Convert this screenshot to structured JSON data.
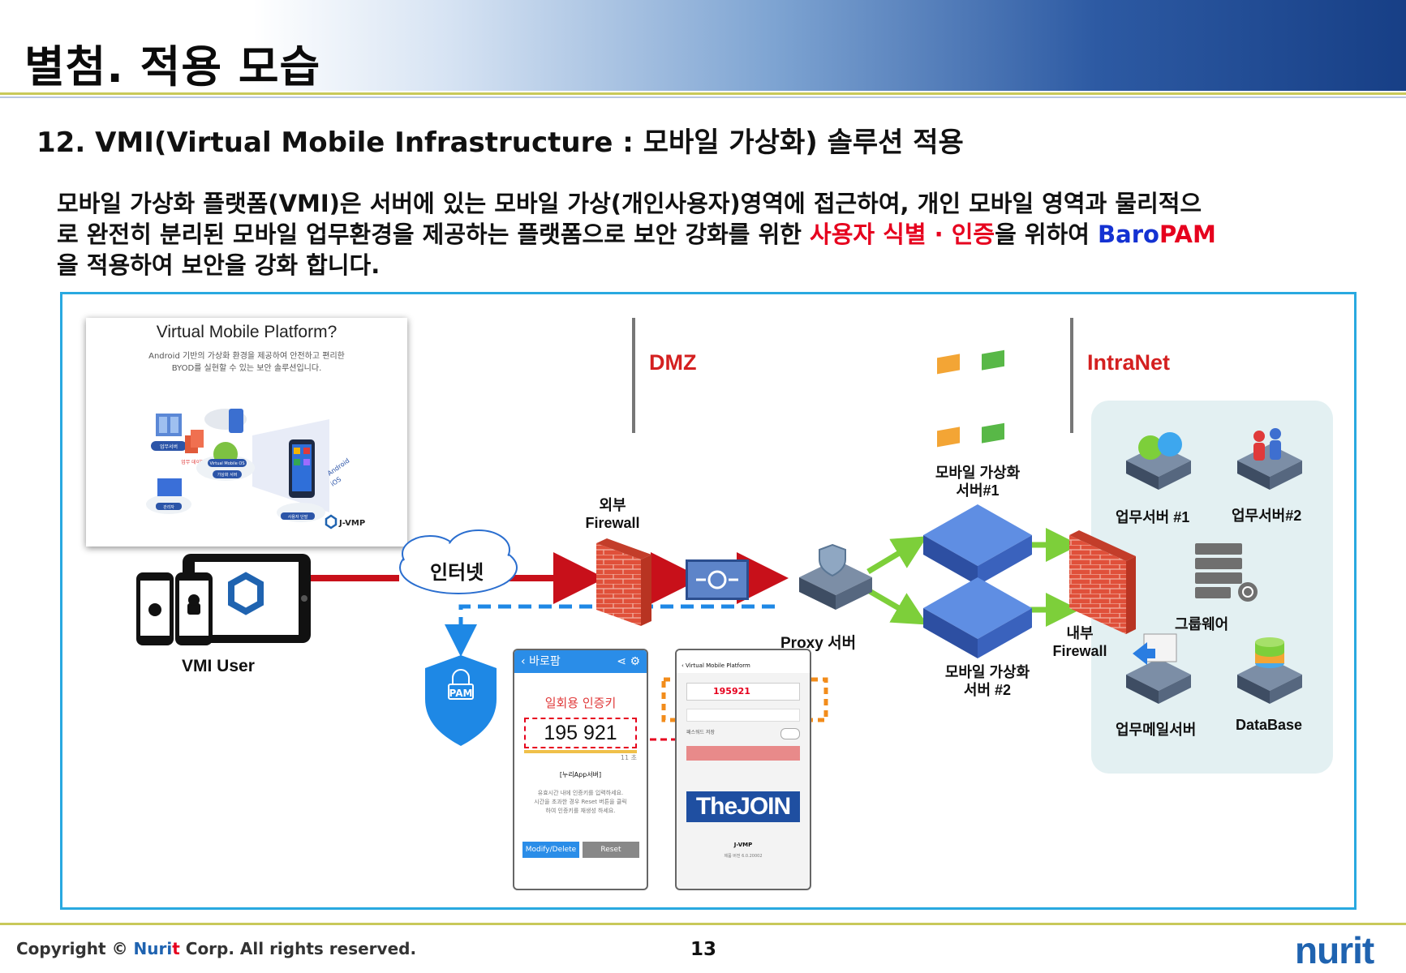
{
  "header": {
    "title": "별첨. 적용 모습",
    "section_title": "12. VMI(Virtual Mobile Infrastructure : 모바일 가상화) 솔루션 적용"
  },
  "description": {
    "line1": "모바일 가상화 플랫폼(VMI)은 서버에 있는 모바일 가상(개인사용자)영역에 접근하여, 개인 모바일 영역과 물리적으",
    "line2_prefix": "로 완전히 분리된 모바일 업무환경을 제공하는 플랫폼으로 보안 강화를 위한 ",
    "line2_highlight": "사용자 식별 · 인증",
    "line2_mid": "을 위하여 ",
    "brand_baro": "Baro",
    "brand_pam": "PAM",
    "line3": "을 적용하여 보안을 강화 합니다."
  },
  "vmp_card": {
    "title": "Virtual Mobile Platform?",
    "subtitle_line1": "Android 기반의 가상화 환경을 제공하여 안전하고 편리한",
    "subtitle_line2": "BYOD를 실현할 수 있는 보안 솔루션입니다.",
    "labels": [
      "업무서버",
      "업무 데이터",
      "Virtual Mobile OS",
      "가상화 서버",
      "관리자",
      "사용자 단말",
      "Android",
      "iOS",
      "J-VMP"
    ]
  },
  "zones": {
    "dmz": "DMZ",
    "intranet": "IntraNet"
  },
  "nodes": {
    "vmi_user": "VMI User",
    "internet": "인터넷",
    "external_firewall_1": "외부",
    "external_firewall_2": "Firewall",
    "proxy_server": "Proxy 서버",
    "vm_server1_1": "모바일 가상화",
    "vm_server1_2": "서버#1",
    "vm_server2_1": "모바일 가상화",
    "vm_server2_2": "서버 #2",
    "internal_firewall_1": "내부",
    "internal_firewall_2": "Firewall",
    "work_server1": "업무서버 #1",
    "work_server2": "업무서버#2",
    "groupware": "그룹웨어",
    "mail_server": "업무메일서버",
    "database": "DataBase",
    "pam_badge": "PAM"
  },
  "baropam_phone": {
    "app_name": "바로팜",
    "otp_label": "일회용 인증키",
    "otp_value": "195 921",
    "timer": "11 초",
    "server_label": "[누리App서버]",
    "notice_1": "유효시간 내에 인증키를 입력하세요.",
    "notice_2": "시간을 초과한 경우 Reset 버튼을 클릭",
    "notice_3": "하여 인증키를 재생성 하세요.",
    "btn_modify": "Modify/Delete",
    "btn_reset": "Reset"
  },
  "vmp_phone": {
    "app_title": "Virtual Mobile Platform",
    "otp_input": "195921",
    "save_password_label": "패스워드 저장",
    "brand_the": "The",
    "brand_join": "JOIN",
    "footer_logo": "J-VMP",
    "version": "제품 버전 6.0.20002"
  },
  "footer": {
    "copyright_pre": "Copyright © ",
    "copyright_nuri": "Nuri",
    "copyright_t": "t",
    "copyright_post": " Corp. All rights reserved.",
    "page_number": "13",
    "logo": "nurit"
  },
  "colors": {
    "accent_red": "#e6001e",
    "accent_blue": "#1432d2",
    "frame_blue": "#29a9e0",
    "flow_red": "#c8101a",
    "flow_blue": "#1e88e5",
    "flow_green": "#7dcf3a",
    "intranet_bg": "#e3f0f2"
  }
}
